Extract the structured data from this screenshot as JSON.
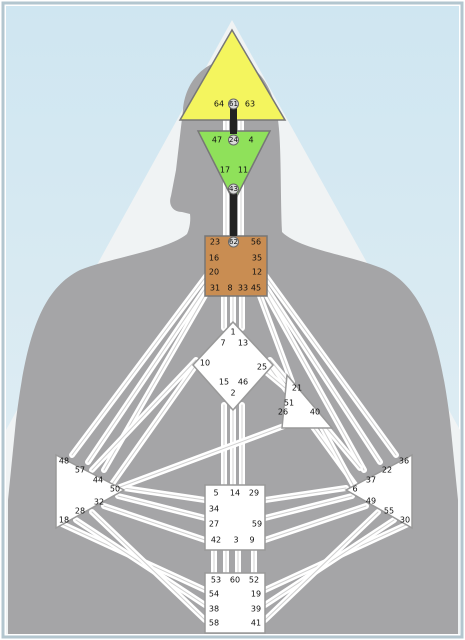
{
  "colors": {
    "frame": "#b3c6cf",
    "bg_top": "#cfe6f1",
    "bg_bottom": "#e4eff4",
    "aura": "#f0f3f4",
    "body": "#a5a5a7",
    "channel": "#ffffff",
    "head": "#f4f55e",
    "ajna": "#8fe15a",
    "throat": "#c98d52",
    "open_center": "#ffffff",
    "gate_circle": "#d9d9d9"
  },
  "centers": {
    "head": {
      "gates": [
        "64",
        "61",
        "63"
      ]
    },
    "ajna": {
      "gates": [
        "47",
        "24",
        "4",
        "17",
        "11",
        "43"
      ]
    },
    "throat": {
      "gates": [
        "62",
        "23",
        "56",
        "16",
        "35",
        "12",
        "20",
        "45",
        "31",
        "8",
        "33"
      ]
    },
    "g": {
      "gates": [
        "1",
        "7",
        "13",
        "10",
        "25",
        "15",
        "46",
        "2"
      ]
    },
    "ego": {
      "gates": [
        "21",
        "51",
        "26",
        "40"
      ]
    },
    "spleen": {
      "gates": [
        "48",
        "57",
        "44",
        "50",
        "32",
        "28",
        "18"
      ]
    },
    "solar": {
      "gates": [
        "36",
        "22",
        "37",
        "6",
        "49",
        "55",
        "30"
      ]
    },
    "sacral": {
      "gates": [
        "5",
        "14",
        "29",
        "34",
        "27",
        "59",
        "42",
        "3",
        "9"
      ]
    },
    "root": {
      "gates": [
        "53",
        "60",
        "52",
        "54",
        "19",
        "38",
        "39",
        "58",
        "41"
      ]
    }
  }
}
